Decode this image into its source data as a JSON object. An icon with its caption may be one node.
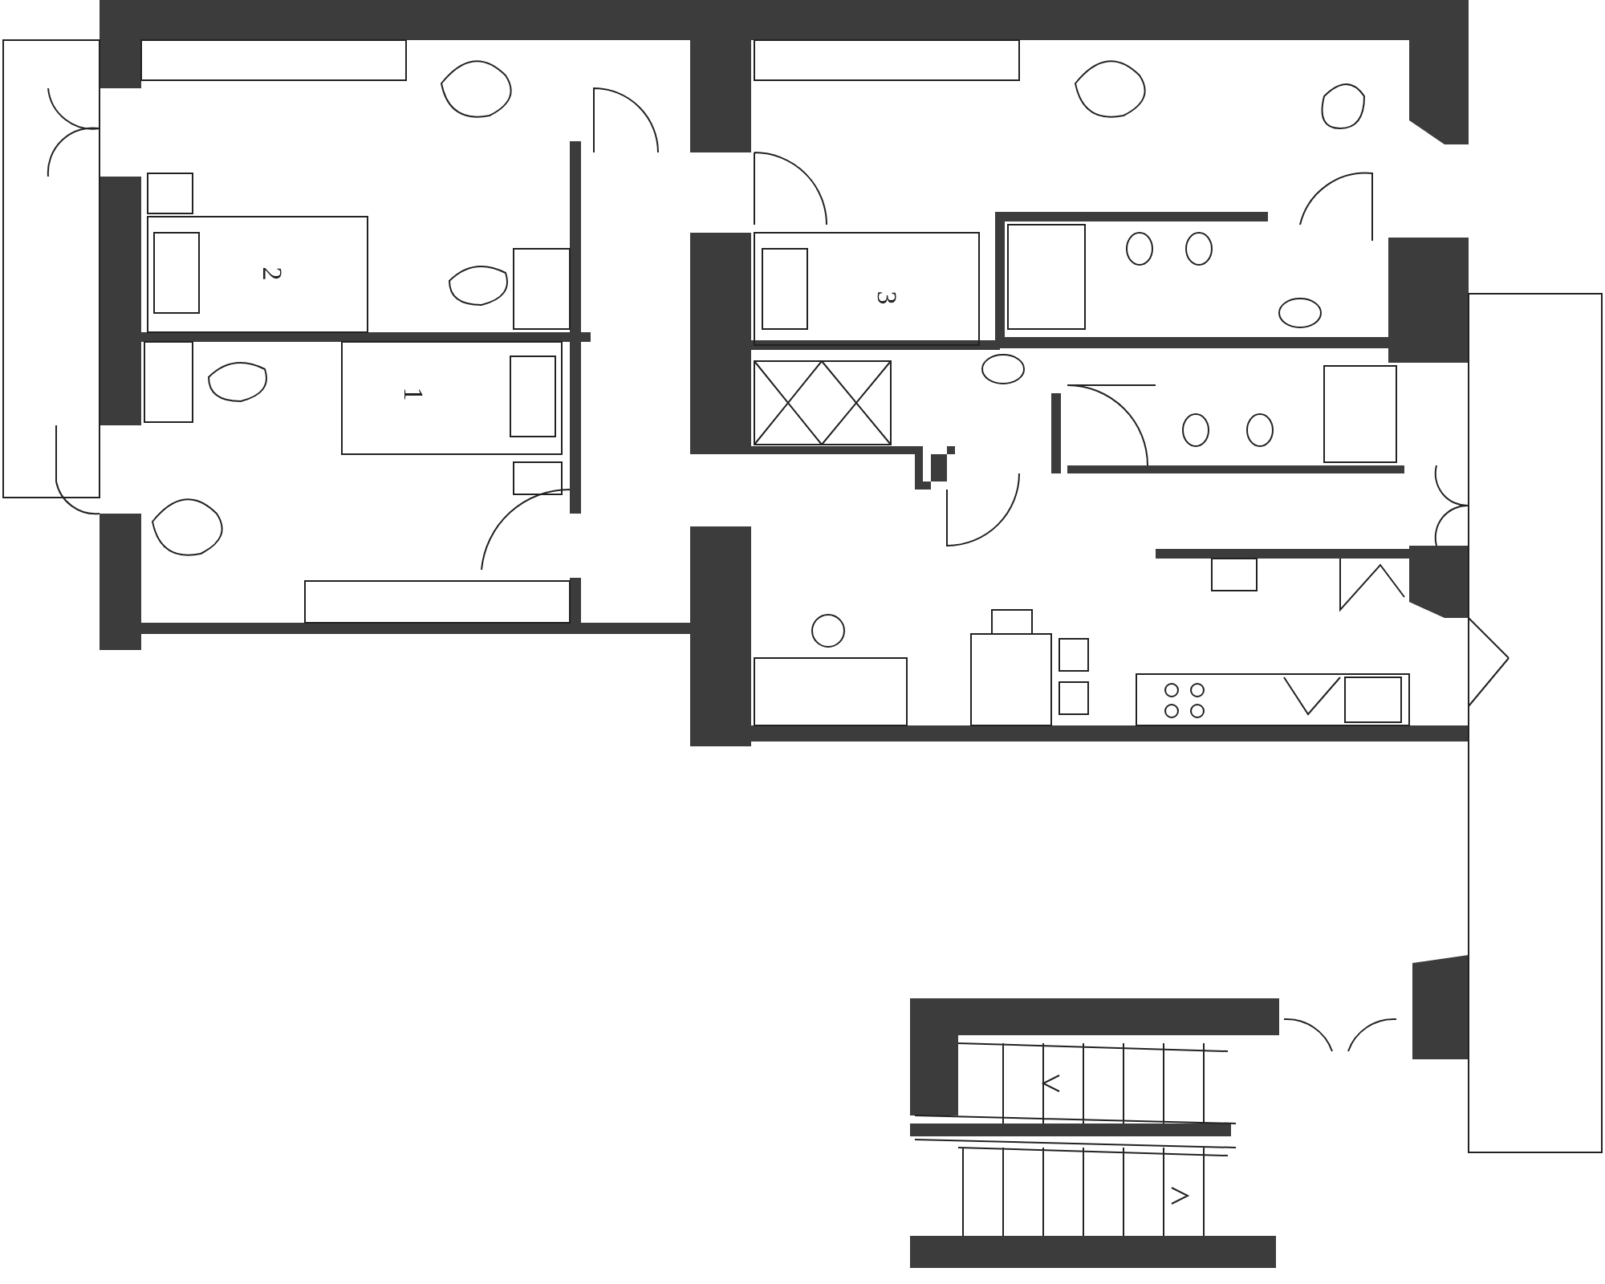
{
  "diagram": {
    "labels": [
      "2",
      "3",
      "1"
    ]
  }
}
